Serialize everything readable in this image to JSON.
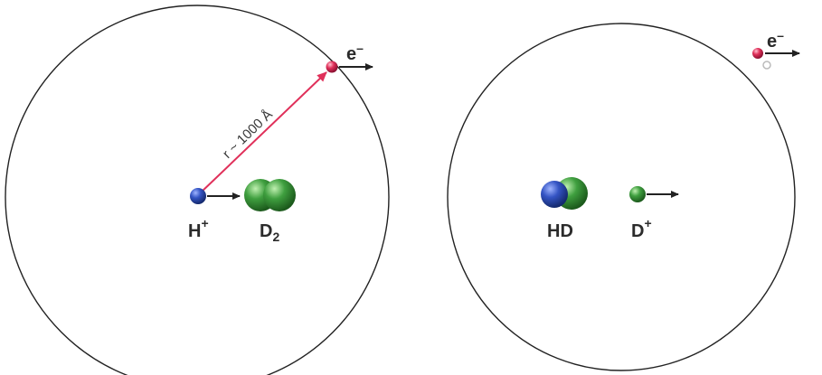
{
  "left_panel": {
    "radius_label": "r ~ 1000 Å",
    "ion_label": "H",
    "ion_charge": "+",
    "molecule_label": "D",
    "molecule_subscript": "2",
    "electron_label": "e",
    "electron_charge": "–"
  },
  "right_panel": {
    "molecule_label": "HD",
    "ion_label": "D",
    "ion_charge": "+",
    "electron_label": "e",
    "electron_charge": "–"
  },
  "colors": {
    "hydrogen": "#2f4fb8",
    "deuterium": "#3a9a3a",
    "electron": "#e0305a",
    "radius_arrow": "#e0305a",
    "orbit": "#222222",
    "arrow": "#222222"
  },
  "icons": [
    "hydrogen-atom-icon",
    "deuterium-atom-icon",
    "electron-icon",
    "velocity-arrow-icon"
  ]
}
